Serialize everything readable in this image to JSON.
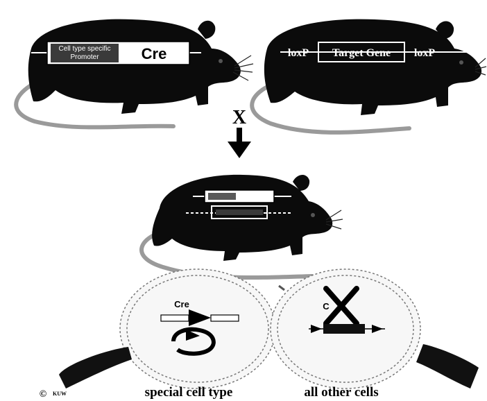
{
  "cross_symbol": "X",
  "mouse_left": {
    "promoter_label": "Cell type specific Promoter",
    "gene_label": "Cre"
  },
  "mouse_right": {
    "loxp_left": "loxP",
    "target_label": "Target Gene",
    "loxp_right": "loxP"
  },
  "cell_left": {
    "cre_label": "Cre",
    "caption": "special cell type"
  },
  "cell_right": {
    "cre_label": "C",
    "caption": "all other cells"
  },
  "copyright": {
    "symbol": "©",
    "text": "KUW"
  },
  "colors": {
    "mouse": "#0b0b0b",
    "tail": "#9a9a9a",
    "label_box": "#ffffff",
    "dark_bar": "#2b2b2b",
    "ring": "#777777"
  }
}
